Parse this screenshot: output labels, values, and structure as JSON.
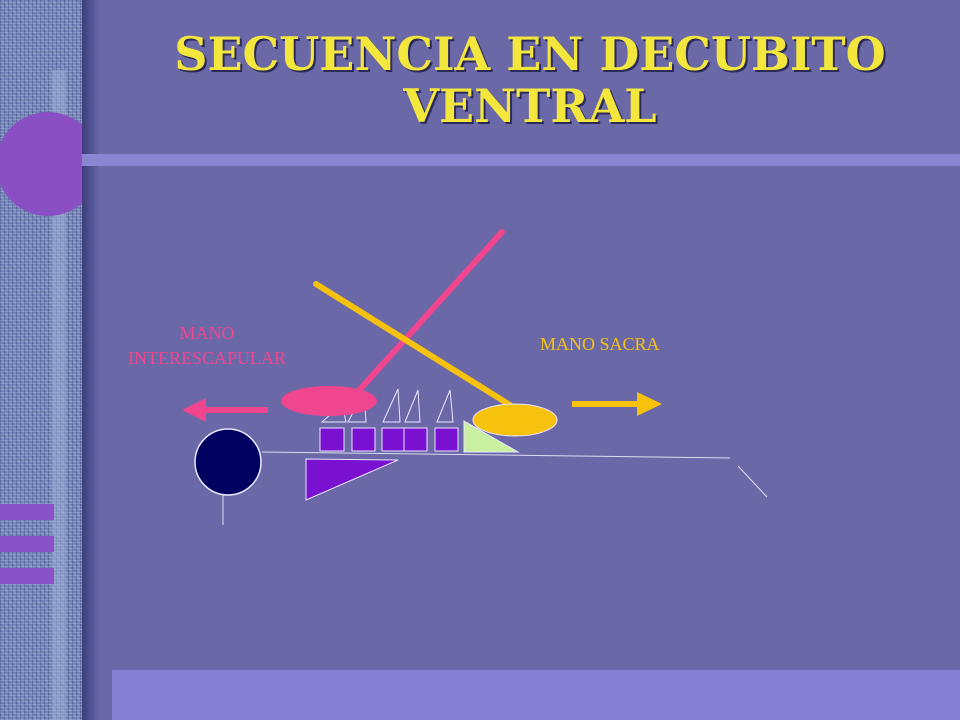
{
  "slide": {
    "title_line1": "SECUENCIA EN DECUBITO",
    "title_line2": "VENTRAL"
  },
  "diagram": {
    "label_interscapular_line1": "MANO",
    "label_interscapular_line2": "INTERESCAPULAR",
    "label_sacral": "MANO SACRA"
  },
  "colors": {
    "background": "#6b68a8",
    "title": "#f3e63c",
    "pink": "#f0458f",
    "yellow": "#f6c20e",
    "purple": "#7a10d0",
    "navy": "#000060",
    "light_green": "#c8f0a0"
  }
}
